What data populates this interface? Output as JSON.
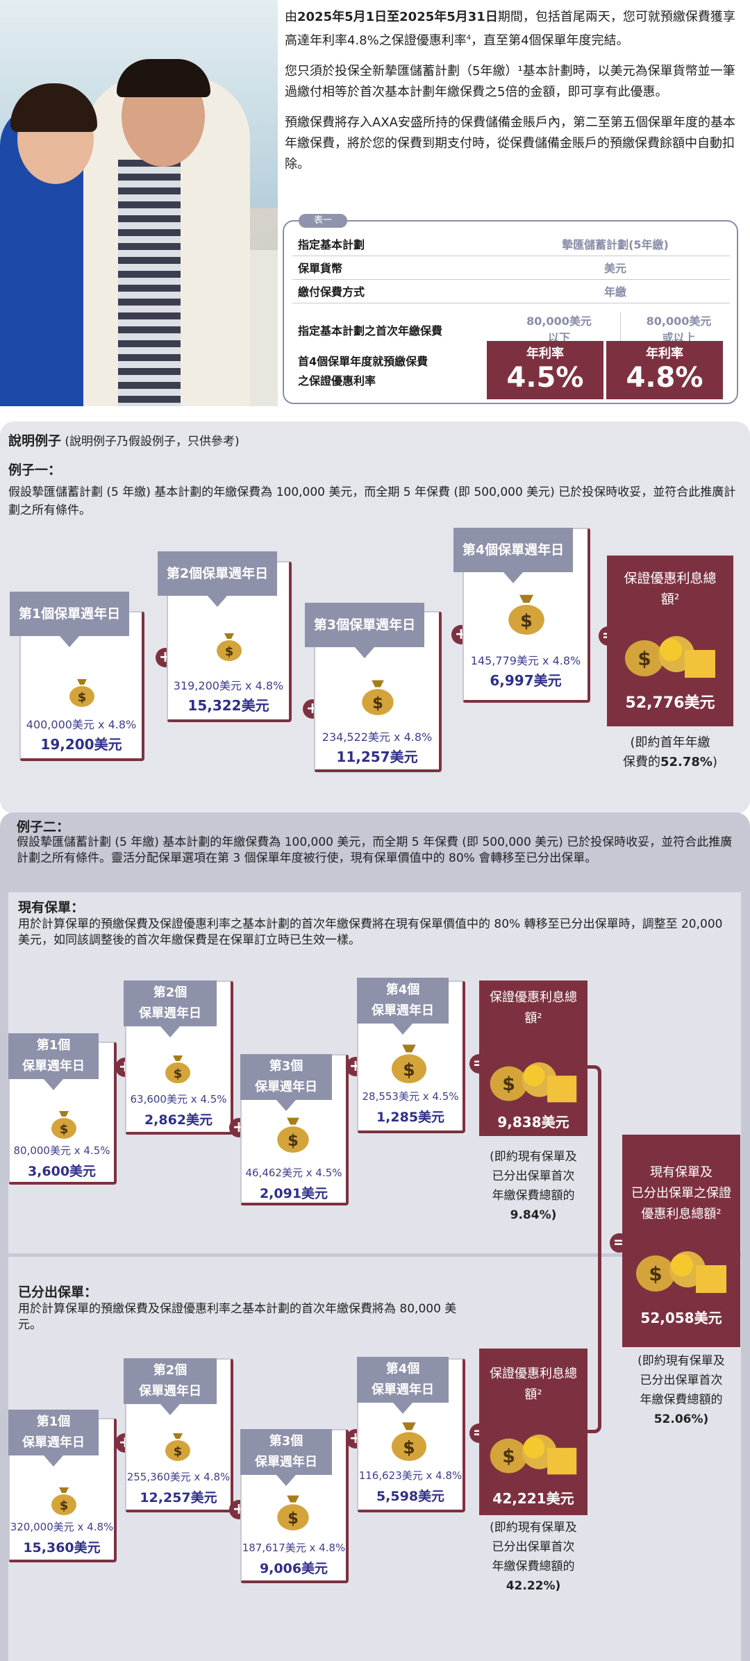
{
  "intro": {
    "p1_a": "由",
    "p1_date": "2025年5月1日至2025年5月31日",
    "p1_b": "期間，包括首尾兩天，您可就預繳保費獲享高達年利率4.8%之保證優惠利率",
    "p1_c": "，直至第4個保單年度完結。",
    "p2": "您只須於投保全新摯匯儲蓄計劃（5年繳）¹基本計劃時，以美元為保單貨幣並一筆過繳付相等於首次基本計劃年繳保費之5倍的金額，即可享有此優惠。",
    "p3": "預繳保費將存入AXA安盛所持的保費儲備金賬戶內，第二至第五個保單年度的基本年繳保費，將於您的保費到期支付時，從保費儲備金賬戶的預繳保費餘額中自動扣除。"
  },
  "table1": {
    "tag": "表一",
    "rows": [
      {
        "label": "指定基本計劃",
        "value": "摯匯儲蓄計劃(5年繳)"
      },
      {
        "label": "保單貨幣",
        "value": "美元"
      },
      {
        "label": "繳付保費方式",
        "value": "年繳"
      }
    ],
    "premium_label": "指定基本計劃之首次年繳保費",
    "tier1": "80,000美元\n以下",
    "tier2": "80,000美元\n或以上",
    "rate_label_1": "首4個保單年度就預繳保費",
    "rate_label_2": "之保證優惠利率",
    "rate_sub": "年利率",
    "rate1": "4.5%",
    "rate2": "4.8%"
  },
  "illus": {
    "title": "說明例子",
    "sub": "(說明例子乃假設例子，只供參考)"
  },
  "ex1": {
    "title": "例子一：",
    "desc": "假設摯匯儲蓄計劃 (5 年繳) 基本計劃的年繳保費為 100,000 美元，而全期 5 年保費 (即 500,000 美元) 已於投保時收妥，並符合此推廣計劃之所有條件。",
    "cards": [
      {
        "label": "第1個保單週年日",
        "calc": "400,000美元 x 4.8%",
        "amount": "19,200美元"
      },
      {
        "label": "第2個保單週年日",
        "calc": "319,200美元 x 4.8%",
        "amount": "15,322美元"
      },
      {
        "label": "第3個保單週年日",
        "calc": "234,522美元 x 4.8%",
        "amount": "11,257美元"
      },
      {
        "label": "第4個保單週年日",
        "calc": "145,779美元 x 4.8%",
        "amount": "6,997美元"
      }
    ],
    "total_title": "保證優惠利息總額²",
    "total": "52,776美元",
    "note_a": "(即約首年年繳",
    "note_b": "保費的",
    "note_pct": "52.78%",
    ")": ")"
  },
  "ex2": {
    "title": "例子二：",
    "desc": "假設摯匯儲蓄計劃 (5 年繳) 基本計劃的年繳保費為 100,000 美元，而全期 5 年保費 (即 500,000 美元) 已於投保時收妥，並符合此推廣計劃之所有條件。靈活分配保單選項在第 3 個保單年度被行使，現有保單價值中的 80% 會轉移至已分出保單。",
    "existing": {
      "title": "現有保單：",
      "desc": "用於計算保單的預繳保費及保證優惠利率之基本計劃的首次年繳保費將在現有保單價值中的 80% 轉移至已分出保單時，調整至 20,000 美元，如同該調整後的首次年繳保費是在保單訂立時已生效一樣。",
      "cards": [
        {
          "l1": "第1個",
          "l2": "保單週年日",
          "calc": "80,000美元 x 4.5%",
          "amount": "3,600美元"
        },
        {
          "l1": "第2個",
          "l2": "保單週年日",
          "calc": "63,600美元 x 4.5%",
          "amount": "2,862美元"
        },
        {
          "l1": "第3個",
          "l2": "保單週年日",
          "calc": "46,462美元 x 4.5%",
          "amount": "2,091美元"
        },
        {
          "l1": "第4個",
          "l2": "保單週年日",
          "calc": "28,553美元 x 4.5%",
          "amount": "1,285美元"
        }
      ],
      "total_title": "保證優惠利息總額²",
      "total": "9,838美元",
      "note": [
        "(即約現有保單及",
        "已分出保單首次",
        "年繳保費總額的"
      ],
      "note_pct": "9.84%)"
    },
    "split": {
      "title": "已分出保單：",
      "desc": "用於計算保單的預繳保費及保證優惠利率之基本計劃的首次年繳保費將為 80,000 美元。",
      "cards": [
        {
          "l1": "第1個",
          "l2": "保單週年日",
          "calc": "320,000美元 x 4.8%",
          "amount": "15,360美元"
        },
        {
          "l1": "第2個",
          "l2": "保單週年日",
          "calc": "255,360美元 x 4.8%",
          "amount": "12,257美元"
        },
        {
          "l1": "第3個",
          "l2": "保單週年日",
          "calc": "187,617美元 x 4.8%",
          "amount": "9,006美元"
        },
        {
          "l1": "第4個",
          "l2": "保單週年日",
          "calc": "116,623美元 x 4.8%",
          "amount": "5,598美元"
        }
      ],
      "total_title": "保證優惠利息總額²",
      "total": "42,221美元",
      "note": [
        "(即約現有保單及",
        "已分出保單首次",
        "年繳保費總額的"
      ],
      "note_pct": "42.22%)"
    },
    "grand": {
      "title": [
        "現有保單及",
        "已分出保單之保證",
        "優惠利息總額²"
      ],
      "total": "52,058美元",
      "note": [
        "(即約現有保單及",
        "已分出保單首次",
        "年繳保費總額的"
      ],
      "note_pct": "52.06%)"
    }
  },
  "colors": {
    "maroon": "#7d3140",
    "label_gray": "#8e91aa",
    "amount_blue": "#2f2f8a"
  },
  "icons": {
    "bag": "money-bag-icon",
    "coins": "coin-stack-icon"
  }
}
